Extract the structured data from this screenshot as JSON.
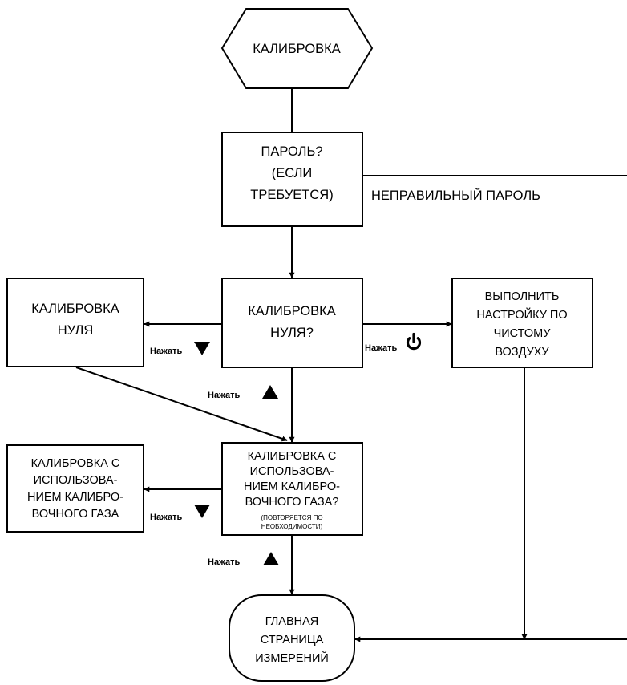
{
  "nodes": {
    "start": {
      "label": "КАЛИБРОВКА"
    },
    "password": {
      "lines": [
        "ПАРОЛЬ?",
        "(ЕСЛИ",
        "ТРЕБУЕТСЯ)"
      ]
    },
    "zero_question": {
      "lines": [
        "КАЛИБРОВКА",
        "НУЛЯ?"
      ]
    },
    "zero_cal": {
      "lines": [
        "КАЛИБРОВКА",
        "НУЛЯ"
      ]
    },
    "fresh_air": {
      "lines": [
        "ВЫПОЛНИТЬ",
        "НАСТРОЙКУ ПО",
        "ЧИСТОМУ",
        "ВОЗДУХУ"
      ]
    },
    "span_question": {
      "lines": [
        "КАЛИБРОВКА С",
        "ИСПОЛЬЗОВА-",
        "НИЕМ КАЛИБРО-",
        "ВОЧНОГО ГАЗА?"
      ],
      "note_lines": [
        "(ПОВТОРЯЕТСЯ ПО",
        "НЕОБХОДИМОСТИ)"
      ]
    },
    "span_cal": {
      "lines": [
        "КАЛИБРОВКА С",
        "ИСПОЛЬЗОВА-",
        "НИЕМ КАЛИБРО-",
        "ВОЧНОГО ГАЗА"
      ]
    },
    "main_page": {
      "lines": [
        "ГЛАВНАЯ",
        "СТРАНИЦА",
        "ИЗМЕРЕНИЙ"
      ]
    }
  },
  "edges": {
    "wrong_password": "НЕПРАВИЛЬНЫЙ ПАРОЛЬ",
    "press": "Нажать"
  },
  "icons": {
    "down": "down-triangle-icon",
    "up": "up-triangle-icon",
    "power": "power-icon"
  }
}
